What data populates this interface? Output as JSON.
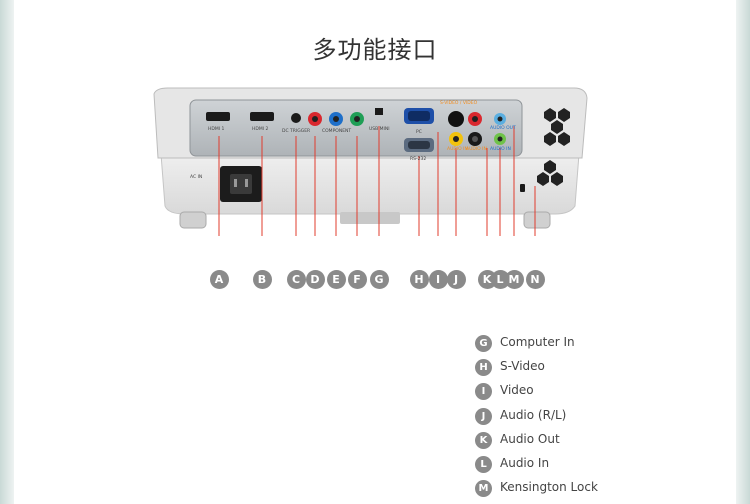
{
  "page": {
    "title": "多功能接口"
  },
  "panel_labels": {
    "hdmi1": "HDMI 1",
    "hdmi2": "HDMI 2",
    "dc_trigger": "DC TRIGGER",
    "component": "COMPONENT",
    "usb_service": "USB MINI",
    "computer": "PC",
    "rs232": "RS-232",
    "svideo_video": "S-VIDEO / VIDEO",
    "audio_in_r": "AUDIO IN",
    "audio_in_l": "AUDIO IN",
    "audio_out": "AUDIO OUT",
    "audio_in": "AUDIO IN",
    "ac_in": "AC IN"
  },
  "callouts": [
    "A",
    "B",
    "C",
    "D",
    "E",
    "F",
    "G",
    "H",
    "I",
    "J",
    "K",
    "L",
    "M",
    "N"
  ],
  "legend": [
    {
      "letter": "G",
      "label": "Computer In"
    },
    {
      "letter": "H",
      "label": "S-Video"
    },
    {
      "letter": "I",
      "label": "Video"
    },
    {
      "letter": "J",
      "label": "Audio (R/L)"
    },
    {
      "letter": "K",
      "label": "Audio Out"
    },
    {
      "letter": "L",
      "label": "Audio In"
    },
    {
      "letter": "M",
      "label": "Kensington Lock"
    }
  ],
  "colors": {
    "callout": "#8a8a8a",
    "leader_line": "#e03c2e",
    "port_red": "#d9282f",
    "port_green": "#1f9e56",
    "port_blue": "#1e6fc9",
    "port_yellow": "#f2c20c",
    "port_orange": "#f28c1d"
  }
}
